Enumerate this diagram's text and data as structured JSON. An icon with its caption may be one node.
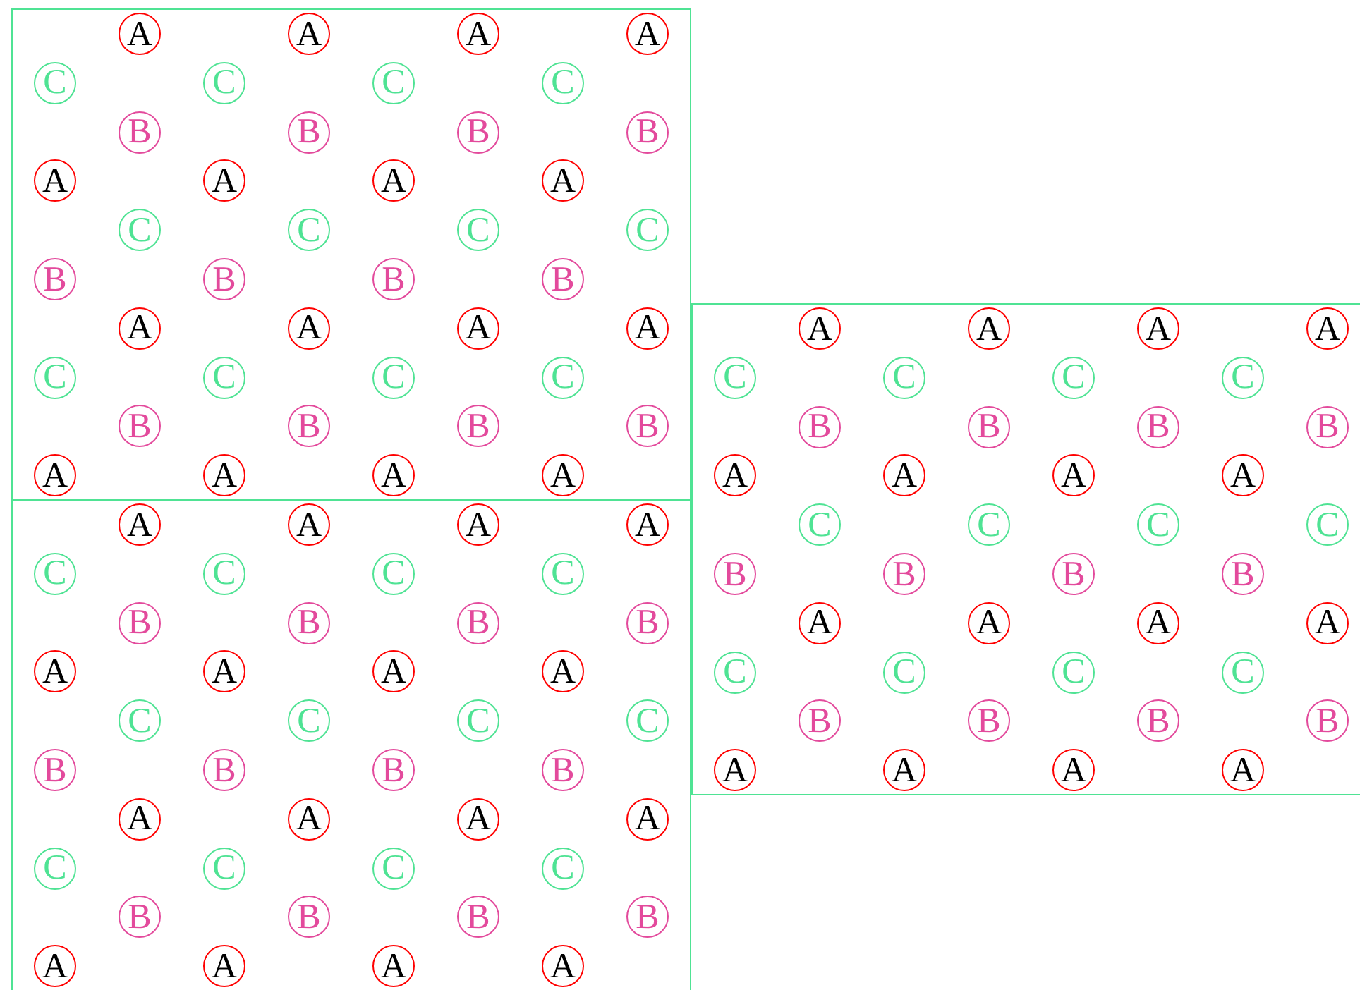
{
  "diagram": {
    "nodes": [
      {
        "text": [],
        "shape": "box"
      },
      {
        "text": [
          "A"
        ],
        "in": 0
      },
      {
        "text": [
          "A"
        ],
        "in": 0
      },
      {
        "text": [
          "A"
        ],
        "in": 0
      },
      {
        "text": [
          "A"
        ],
        "in": 0
      },
      {
        "text": [
          "C"
        ],
        "in": 0
      },
      {
        "text": [
          "C"
        ],
        "in": 0
      },
      {
        "text": [
          "C"
        ],
        "in": 0
      },
      {
        "text": [
          "C"
        ],
        "in": 0
      },
      {
        "text": [
          "B"
        ],
        "in": 0
      },
      {
        "text": [
          "B"
        ],
        "in": 0
      },
      {
        "text": [
          "B"
        ],
        "in": 0
      },
      {
        "text": [
          "B"
        ],
        "in": 0
      },
      {
        "text": [
          "A"
        ],
        "in": 0
      },
      {
        "text": [
          "A"
        ],
        "in": 0
      },
      {
        "text": [
          "A"
        ],
        "in": 0
      },
      {
        "text": [
          "A"
        ],
        "in": 0
      },
      {
        "text": [
          "C"
        ],
        "in": 0
      },
      {
        "text": [
          "C"
        ],
        "in": 0
      },
      {
        "text": [
          "C"
        ],
        "in": 0
      },
      {
        "text": [
          "C"
        ],
        "in": 0
      },
      {
        "text": [
          "B"
        ],
        "in": 0
      },
      {
        "text": [
          "B"
        ],
        "in": 0
      },
      {
        "text": [
          "B"
        ],
        "in": 0
      },
      {
        "text": [
          "B"
        ],
        "in": 0
      },
      {
        "text": [
          "A"
        ],
        "in": 0
      },
      {
        "text": [
          "A"
        ],
        "in": 0
      },
      {
        "text": [
          "A"
        ],
        "in": 0
      },
      {
        "text": [
          "A"
        ],
        "in": 0
      },
      {
        "text": [
          "C"
        ],
        "in": 0
      },
      {
        "text": [
          "C"
        ],
        "in": 0
      },
      {
        "text": [
          "C"
        ],
        "in": 0
      },
      {
        "text": [
          "C"
        ],
        "in": 0
      },
      {
        "text": [
          "B"
        ],
        "in": 0
      },
      {
        "text": [
          "B"
        ],
        "in": 0
      },
      {
        "text": [
          "B"
        ],
        "in": 0
      },
      {
        "text": [
          "B"
        ],
        "in": 0
      },
      {
        "text": [
          "A"
        ],
        "in": 0
      },
      {
        "text": [
          "A"
        ],
        "in": 0
      },
      {
        "text": [
          "A"
        ],
        "in": 0
      },
      {
        "text": [
          "A"
        ],
        "in": 0
      },
      {
        "text": [],
        "shape": "box"
      },
      {
        "text": [
          "A"
        ],
        "in": 41
      },
      {
        "text": [
          "A"
        ],
        "in": 41
      },
      {
        "text": [
          "A"
        ],
        "in": 41
      },
      {
        "text": [
          "A"
        ],
        "in": 41
      },
      {
        "text": [
          "C"
        ],
        "in": 41
      },
      {
        "text": [
          "C"
        ],
        "in": 41
      },
      {
        "text": [
          "C"
        ],
        "in": 41
      },
      {
        "text": [
          "C"
        ],
        "in": 41
      },
      {
        "text": [
          "B"
        ],
        "in": 41
      },
      {
        "text": [
          "B"
        ],
        "in": 41
      },
      {
        "text": [
          "B"
        ],
        "in": 41
      },
      {
        "text": [
          "B"
        ],
        "in": 41
      },
      {
        "text": [
          "A"
        ],
        "in": 41
      },
      {
        "text": [
          "A"
        ],
        "in": 41
      },
      {
        "text": [
          "A"
        ],
        "in": 41
      },
      {
        "text": [
          "A"
        ],
        "in": 41
      },
      {
        "text": [
          "C"
        ],
        "in": 41
      },
      {
        "text": [
          "C"
        ],
        "in": 41
      },
      {
        "text": [
          "C"
        ],
        "in": 41
      },
      {
        "text": [
          "C"
        ],
        "in": 41
      },
      {
        "text": [
          "B"
        ],
        "in": 41
      },
      {
        "text": [
          "B"
        ],
        "in": 41
      },
      {
        "text": [
          "B"
        ],
        "in": 41
      },
      {
        "text": [
          "B"
        ],
        "in": 41
      },
      {
        "text": [
          "A"
        ],
        "in": 41
      },
      {
        "text": [
          "A"
        ],
        "in": 41
      },
      {
        "text": [
          "A"
        ],
        "in": 41
      },
      {
        "text": [
          "A"
        ],
        "in": 41
      },
      {
        "text": [
          "C"
        ],
        "in": 41
      },
      {
        "text": [
          "C"
        ],
        "in": 41
      },
      {
        "text": [
          "C"
        ],
        "in": 41
      },
      {
        "text": [
          "C"
        ],
        "in": 41
      },
      {
        "text": [
          "B"
        ],
        "in": 41
      },
      {
        "text": [
          "B"
        ],
        "in": 41
      },
      {
        "text": [
          "B"
        ],
        "in": 41
      },
      {
        "text": [
          "B"
        ],
        "in": 41
      },
      {
        "text": [
          "A"
        ],
        "in": 41
      },
      {
        "text": [
          "A"
        ],
        "in": 41
      },
      {
        "text": [
          "A"
        ],
        "in": 41
      },
      {
        "text": [
          "A"
        ],
        "in": 41
      },
      {
        "text": [],
        "shape": "box"
      },
      {
        "text": [
          "A"
        ],
        "in": 82
      },
      {
        "text": [
          "A"
        ],
        "in": 82
      },
      {
        "text": [
          "A"
        ],
        "in": 82
      },
      {
        "text": [
          "A"
        ],
        "in": 82
      },
      {
        "text": [
          "C"
        ],
        "in": 82
      },
      {
        "text": [
          "C"
        ],
        "in": 82
      },
      {
        "text": [
          "C"
        ],
        "in": 82
      },
      {
        "text": [
          "C"
        ],
        "in": 82
      },
      {
        "text": [
          "B"
        ],
        "in": 82
      },
      {
        "text": [
          "B"
        ],
        "in": 82
      },
      {
        "text": [
          "B"
        ],
        "in": 82
      },
      {
        "text": [
          "B"
        ],
        "in": 82
      },
      {
        "text": [
          "A"
        ],
        "in": 82
      },
      {
        "text": [
          "A"
        ],
        "in": 82
      },
      {
        "text": [
          "A"
        ],
        "in": 82
      },
      {
        "text": [
          "A"
        ],
        "in": 82
      },
      {
        "text": [
          "C"
        ],
        "in": 82
      },
      {
        "text": [
          "C"
        ],
        "in": 82
      },
      {
        "text": [
          "C"
        ],
        "in": 82
      },
      {
        "text": [
          "C"
        ],
        "in": 82
      },
      {
        "text": [
          "B"
        ],
        "in": 82
      },
      {
        "text": [
          "B"
        ],
        "in": 82
      },
      {
        "text": [
          "B"
        ],
        "in": 82
      },
      {
        "text": [
          "B"
        ],
        "in": 82
      },
      {
        "text": [
          "A"
        ],
        "in": 82
      },
      {
        "text": [
          "A"
        ],
        "in": 82
      },
      {
        "text": [
          "A"
        ],
        "in": 82
      },
      {
        "text": [
          "A"
        ],
        "in": 82
      },
      {
        "text": [
          "C"
        ],
        "in": 82
      },
      {
        "text": [
          "C"
        ],
        "in": 82
      },
      {
        "text": [
          "C"
        ],
        "in": 82
      },
      {
        "text": [
          "C"
        ],
        "in": 82
      },
      {
        "text": [
          "B"
        ],
        "in": 82
      },
      {
        "text": [
          "B"
        ],
        "in": 82
      },
      {
        "text": [
          "B"
        ],
        "in": 82
      },
      {
        "text": [
          "B"
        ],
        "in": 82
      },
      {
        "text": [
          "A"
        ],
        "in": 82
      },
      {
        "text": [
          "A"
        ],
        "in": 82
      },
      {
        "text": [
          "A"
        ],
        "in": 82
      },
      {
        "text": [
          "A"
        ],
        "in": 82
      }
    ]
  }
}
